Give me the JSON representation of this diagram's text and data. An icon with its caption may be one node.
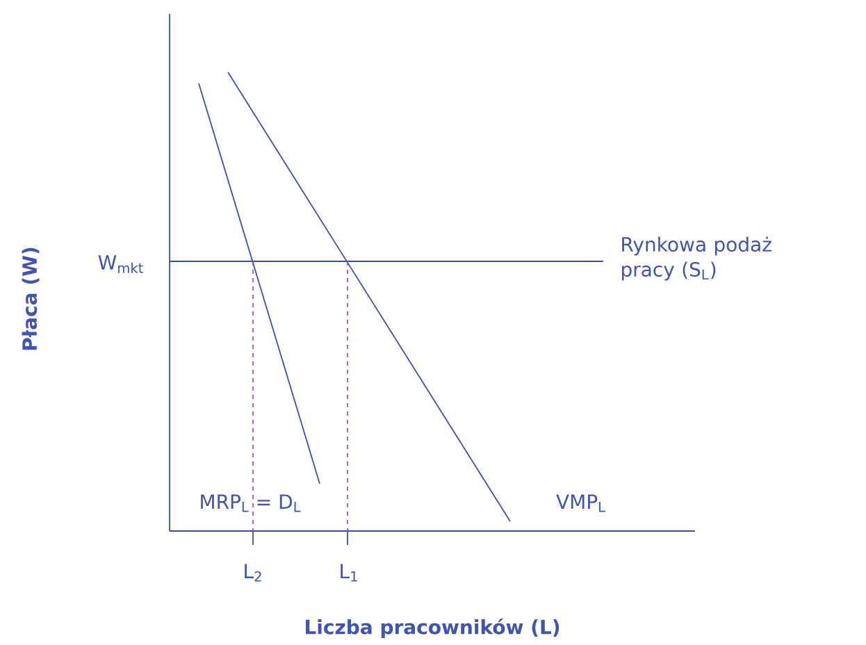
{
  "diagram": {
    "labels": [
      "W$_{mkt}$",
      "Rynkowa podaż pracy (S$_{L}$)",
      "MRP$_{L}$ = D$_{L}$",
      "VMP$_{L}$",
      "L$_{2}$",
      "L$_{1}$",
      "Liczba pracowników (L)",
      "Płaca (W)"
    ]
  }
}
